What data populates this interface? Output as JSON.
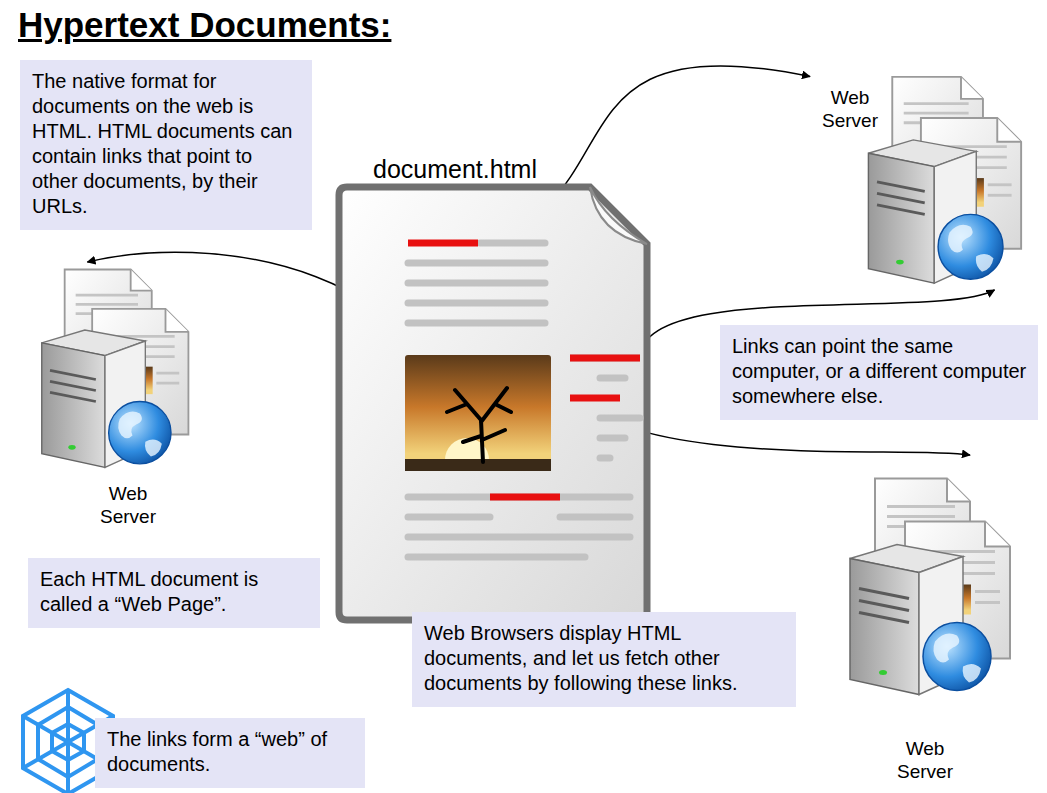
{
  "diagram": {
    "title": "Hypertext Documents:",
    "nodes": [
      {
        "text": [
          "The native format for documents on the web is HTML.  HTML documents can contain links that point to other documents, by their URLs."
        ]
      },
      {
        "text": [
          "document.html"
        ]
      },
      {
        "text": [
          "Web Server"
        ]
      },
      {
        "text": [
          "Web Server"
        ]
      },
      {
        "text": [
          "Links can point the same computer, or a different computer somewhere else."
        ]
      },
      {
        "text": [
          "Each HTML document is called a “Web Page”."
        ]
      },
      {
        "text": [
          "Web Browsers display HTML documents, and let us fetch other documents by following these links."
        ]
      },
      {
        "text": [
          "The links form a “web” of documents."
        ]
      },
      {
        "text": [
          "Web Server"
        ]
      }
    ],
    "edges": [
      {
        "from": 1,
        "to": 2,
        "arrow": "to"
      },
      {
        "from": 1,
        "to": 3,
        "arrow": "to"
      },
      {
        "from": 1,
        "to": 2,
        "arrow": "to"
      },
      {
        "from": 1,
        "to": 8,
        "arrow": "to"
      }
    ]
  }
}
